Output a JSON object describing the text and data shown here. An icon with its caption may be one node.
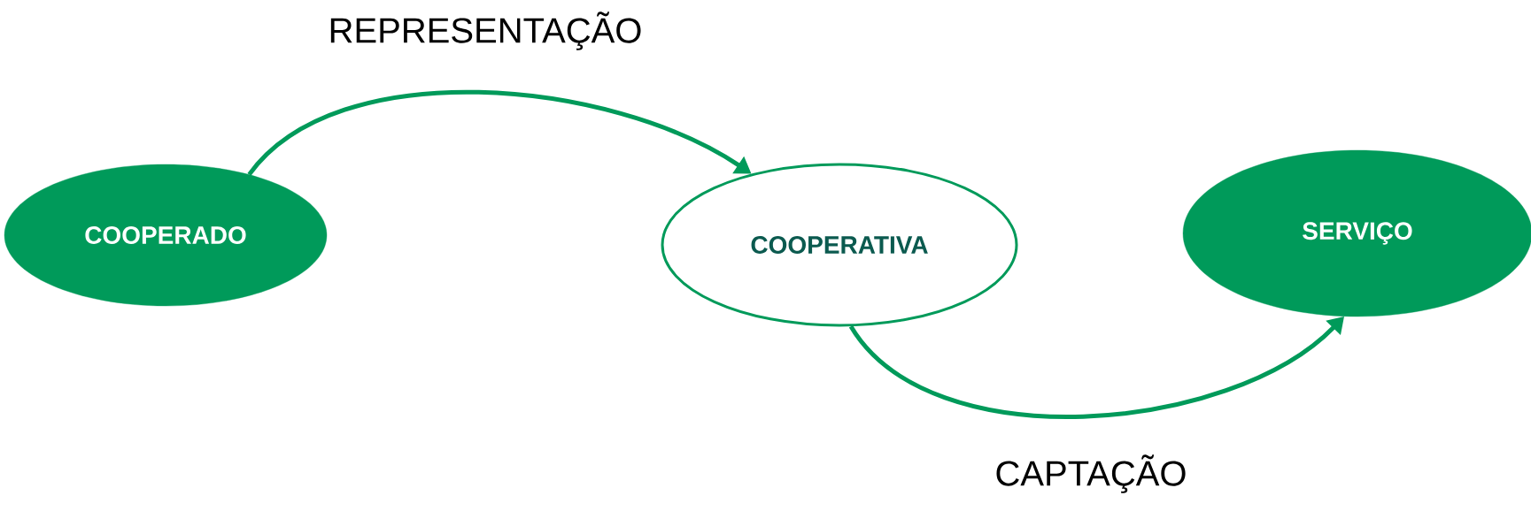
{
  "diagram": {
    "nodes": [
      {
        "text": [
          "COOPERADO"
        ]
      },
      {
        "text": [
          "COOPERATIVA"
        ]
      },
      {
        "text": [
          "SERVIÇO"
        ]
      }
    ],
    "edges": [
      {
        "from": 0,
        "to": 1,
        "arrow": "to",
        "label": "REPRESENTAÇÃO"
      },
      {
        "from": 1,
        "to": 2,
        "arrow": "to",
        "label": "CAPTAÇÃO"
      }
    ]
  }
}
